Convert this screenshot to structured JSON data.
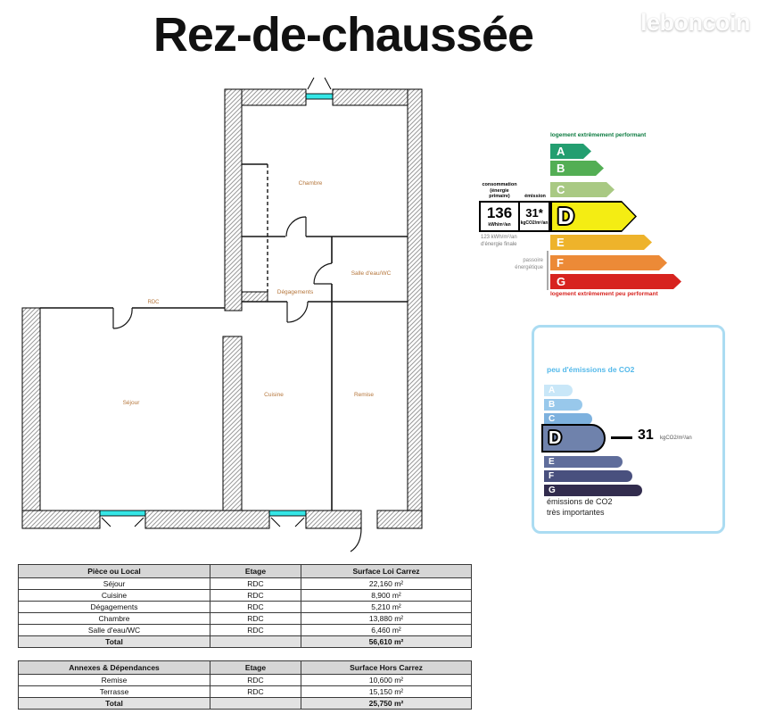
{
  "page": {
    "title": "Rez-de-chaussée",
    "watermark": "leboncoin"
  },
  "floor_plan": {
    "labels": {
      "chambre": "Chambre",
      "salle_eau": "Salle d'eau/WC",
      "degagements": "Dégagements",
      "rdc": "RDC",
      "sejour": "Séjour",
      "cuisine": "Cuisine",
      "remise": "Remise"
    },
    "window_color": "#35e6e6"
  },
  "dpe": {
    "top_label": "logement extrêmement performant",
    "bottom_label": "logement extrêmement peu performant",
    "consumption_header_line1": "consommation",
    "consumption_header_line2": "(énergie primaire)",
    "emission_header": "émission",
    "consumption_value": "136",
    "consumption_unit": "kWh/m²/an",
    "emission_value": "31*",
    "emission_unit": "kgCO2/m²/an",
    "final_energy_line1": "123 kWh/m²/an",
    "final_energy_line2": "d'énergie finale",
    "passoire_line1": "passoire",
    "passoire_line2": "énergétique",
    "rating": "D",
    "grades": [
      {
        "letter": "A",
        "color": "#239e70"
      },
      {
        "letter": "B",
        "color": "#53ae54"
      },
      {
        "letter": "C",
        "color": "#a9c983"
      },
      {
        "letter": "D",
        "color": "#f4ed13"
      },
      {
        "letter": "E",
        "color": "#eeb32b"
      },
      {
        "letter": "F",
        "color": "#ec8a37"
      },
      {
        "letter": "G",
        "color": "#d7231f"
      }
    ]
  },
  "ges": {
    "top_label": "peu d'émissions de CO2",
    "bottom_label_line1": "émissions de CO2",
    "bottom_label_line2": "très importantes",
    "value": "31",
    "unit": "kgCO2/m²/an",
    "rating": "D",
    "grades": [
      {
        "letter": "A",
        "color": "#c9e7f8"
      },
      {
        "letter": "B",
        "color": "#98c8eb"
      },
      {
        "letter": "C",
        "color": "#7db1de"
      },
      {
        "letter": "D",
        "color": "#6f82ac"
      },
      {
        "letter": "E",
        "color": "#5f6d9b"
      },
      {
        "letter": "F",
        "color": "#49507e"
      },
      {
        "letter": "G",
        "color": "#322c4e"
      }
    ]
  },
  "tables": {
    "carrez": {
      "headers": [
        "Pièce ou Local",
        "Etage",
        "Surface Loi Carrez"
      ],
      "rows": [
        [
          "Séjour",
          "RDC",
          "22,160 m²"
        ],
        [
          "Cuisine",
          "RDC",
          "8,900 m²"
        ],
        [
          "Dégagements",
          "RDC",
          "5,210 m²"
        ],
        [
          "Chambre",
          "RDC",
          "13,880 m²"
        ],
        [
          "Salle d'eau/WC",
          "RDC",
          "6,460 m²"
        ]
      ],
      "total_label": "Total",
      "total_value": "56,610 m²"
    },
    "hors_carrez": {
      "headers": [
        "Annexes & Dépendances",
        "Etage",
        "Surface Hors Carrez"
      ],
      "rows": [
        [
          "Remise",
          "RDC",
          "10,600 m²"
        ],
        [
          "Terrasse",
          "RDC",
          "15,150 m²"
        ]
      ],
      "total_label": "Total",
      "total_value": "25,750 m²"
    }
  }
}
